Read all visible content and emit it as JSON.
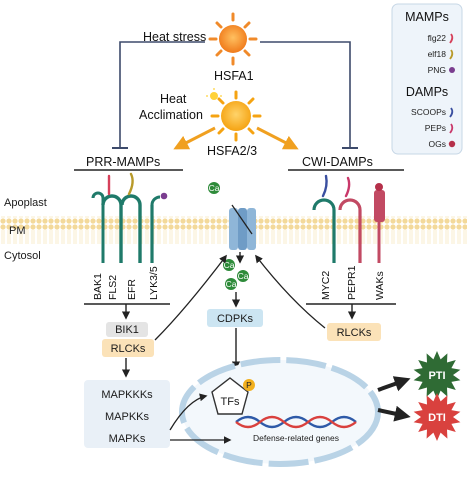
{
  "stress": {
    "heat_stress": "Heat stress",
    "hsfa1": "HSFA1",
    "heat_acclimation_1": "Heat",
    "heat_acclimation_2": "Acclimation",
    "hsfa23": "HSFA2/3"
  },
  "headers": {
    "prr": "PRR-MAMPs",
    "cwi": "CWI-DAMPs"
  },
  "membrane": {
    "apoplast": "Apoplast",
    "pm": "PM",
    "cytosol": "Cytosol"
  },
  "receptors_left": [
    "BAK1",
    "FLS2",
    "EFR",
    "LYK3/5"
  ],
  "receptors_right": [
    "MYC2",
    "PEPR1",
    "WAKs"
  ],
  "calcium": {
    "ion": "Ca"
  },
  "signaling": {
    "bik1": "BIK1",
    "rlcks_left": "RLCKs",
    "rlcks_right": "RLCKs",
    "cdpks": "CDPKs",
    "mapkkks": "MAPKKKs",
    "mapkks": "MAPKKs",
    "mapks": "MAPKs"
  },
  "nucleus": {
    "tfs": "TFs",
    "p": "P",
    "genes": "Defense-related genes"
  },
  "outcomes": {
    "pti": "PTI",
    "dti": "DTI"
  },
  "legend": {
    "mamps_title": "MAMPs",
    "mamps": [
      "flg22",
      "elf18",
      "PNG"
    ],
    "damps_title": "DAMPs",
    "damps": [
      "SCOOPs",
      "PEPs",
      "OGs"
    ]
  },
  "colors": {
    "flg22": "#d6405a",
    "elf18": "#b89a2a",
    "png": "#7a3d8f",
    "scoops": "#3a4fa0",
    "peps": "#c9386a",
    "ogs": "#b5304a",
    "receptor_green": "#1f7a6a",
    "receptor_red": "#c24a63",
    "pti": "#2f6b34",
    "dti": "#d9413e"
  }
}
